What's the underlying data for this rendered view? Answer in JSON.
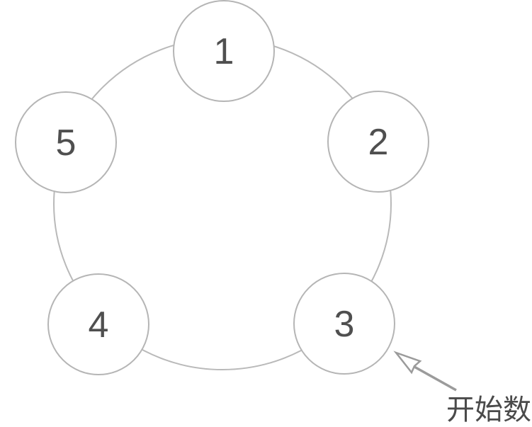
{
  "diagram": {
    "title": "circular-counting-diagram",
    "nodes": [
      {
        "label": "1"
      },
      {
        "label": "2"
      },
      {
        "label": "3"
      },
      {
        "label": "4"
      },
      {
        "label": "5"
      }
    ],
    "annotation": {
      "label": "开始数",
      "target_node": "3"
    },
    "colors": {
      "background": "#ffffff",
      "circle_stroke": "#b5b5b5",
      "ring_stroke": "#b9b9b9",
      "number_text": "#4f4f4f",
      "arrow": "#9b9b9b",
      "annotation_text": "#4a4a4a"
    }
  }
}
